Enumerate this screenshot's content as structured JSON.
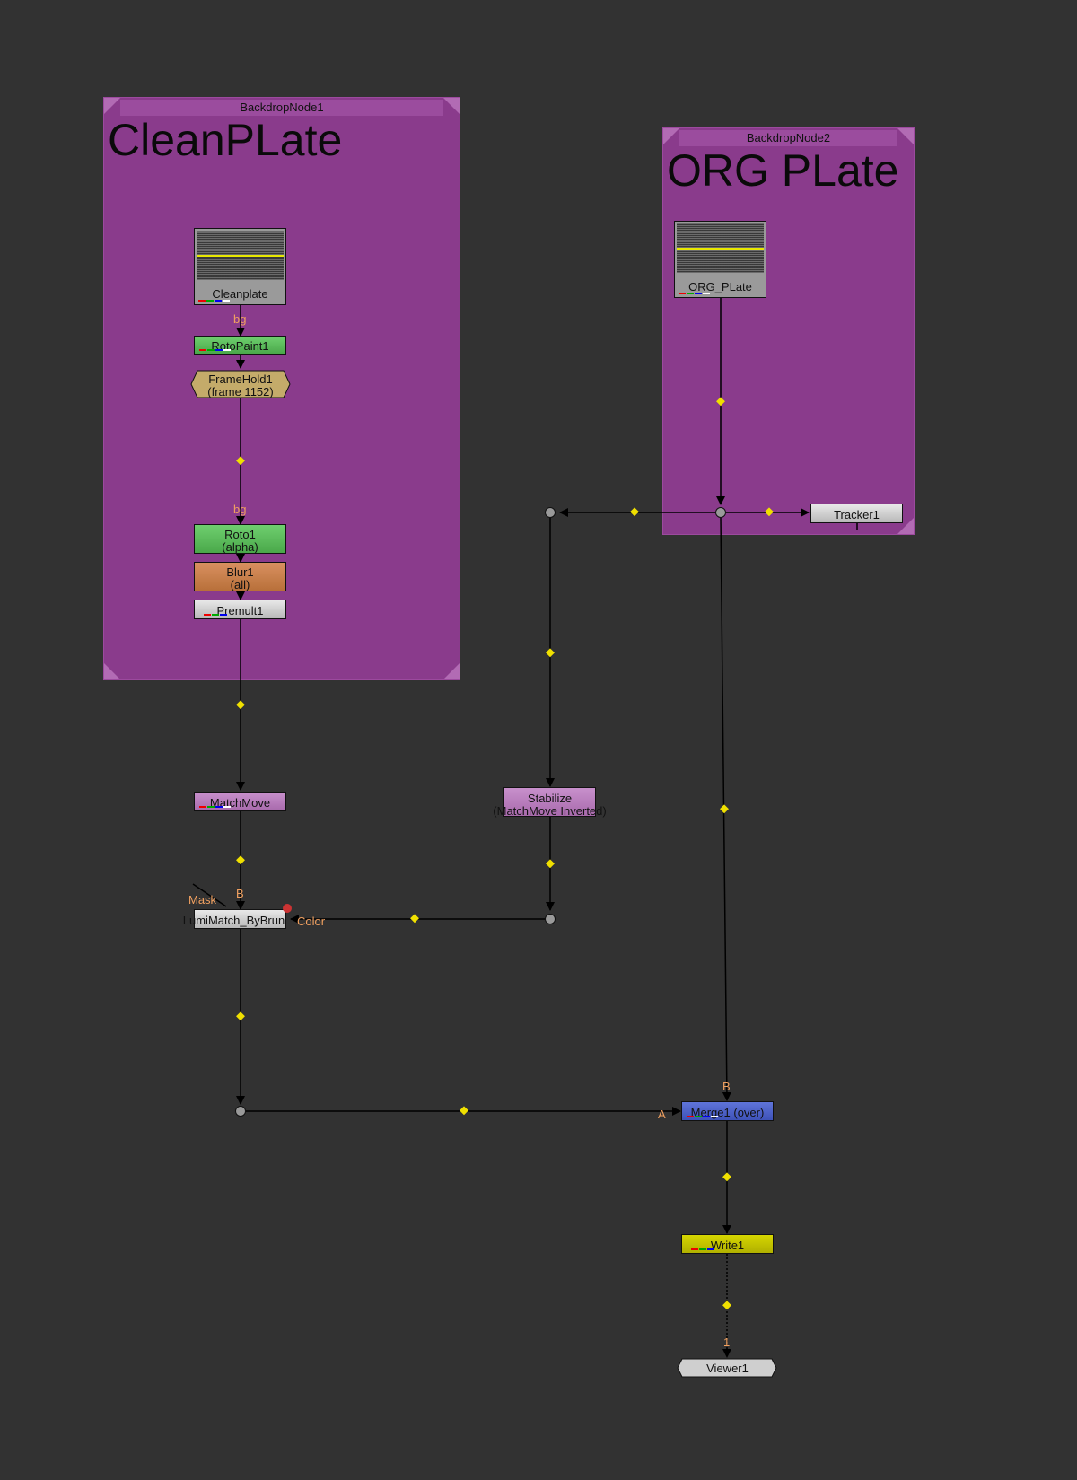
{
  "backdrops": [
    {
      "label": "BackdropNode1",
      "title": "CleanPLate"
    },
    {
      "label": "BackdropNode2",
      "title": "ORG PLate"
    }
  ],
  "nodes": {
    "cleanplate": "Cleanplate",
    "rotopaint1": "RotoPaint1",
    "framehold1_name": "FrameHold1",
    "framehold1_sub": "(frame 1152)",
    "roto1_name": "Roto1",
    "roto1_sub": "(alpha)",
    "blur1_name": "Blur1",
    "blur1_sub": "(all)",
    "premult1": "Premult1",
    "matchmove": "MatchMove",
    "lumimatch": "LumiMatch_ByBrun",
    "org_plate": "ORG_PLate",
    "tracker1": "Tracker1",
    "stabilize_name": "Stabilize",
    "stabilize_sub": "(MatchMove Inverted)",
    "merge1": "Merge1 (over)",
    "write1": "Write1",
    "viewer1": "Viewer1"
  },
  "pins": {
    "bg_rotopaint": "bg",
    "bg_roto": "bg",
    "mask": "Mask",
    "b_lumi": "B",
    "color": "Color",
    "b_merge": "B",
    "a_merge": "A",
    "viewer_input": "1"
  },
  "colors": {
    "backdrop": "#8a3b8c",
    "roto_green": "#5cb85c",
    "blur_orange": "#c9804a",
    "transform_purple": "#b57bbd",
    "merge_blue": "#4a5fc9",
    "write_yellow": "#c8c800",
    "wire_dot": "#f0e000"
  }
}
